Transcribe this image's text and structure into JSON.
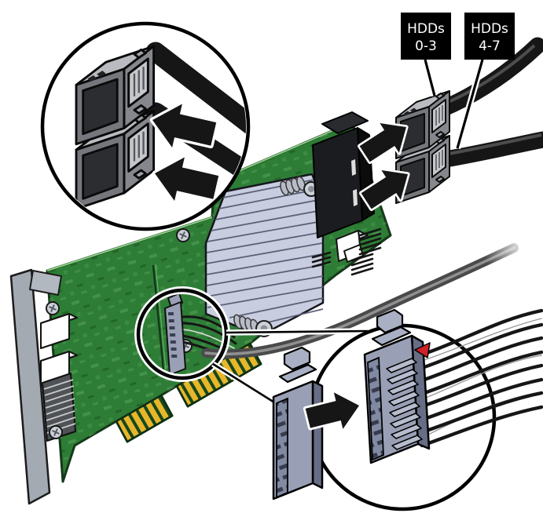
{
  "figure": {
    "labels": {
      "hdd_group_a": {
        "line1": "HDDs",
        "line2": "0-3"
      },
      "hdd_group_b": {
        "line1": "HDDs",
        "line2": "4-7"
      }
    },
    "colors": {
      "background": "#ffffff",
      "outline": "#000000",
      "pcb_green": "#2e7d36",
      "pcb_green_edge": "#16381a",
      "pcb_green_highlight": "#8cd087",
      "pcb_trace": "#63b368",
      "gold": "#e7b62a",
      "heatsink": "#c9cde0",
      "heatsink_fin": "#5d6178",
      "connector_gray": "#75777c",
      "connector_gray_light": "#b9bbc0",
      "connector_blue": "#99a0b6",
      "connector_blue_dark": "#666d85",
      "cable_black": "#161616",
      "cable_gray": "#4a4a4c",
      "metal": "#ccd1d8",
      "bracket": "#a4aab1",
      "label_background": "#000000",
      "label_text": "#ffffff",
      "red_marker": "#cf2127"
    }
  }
}
